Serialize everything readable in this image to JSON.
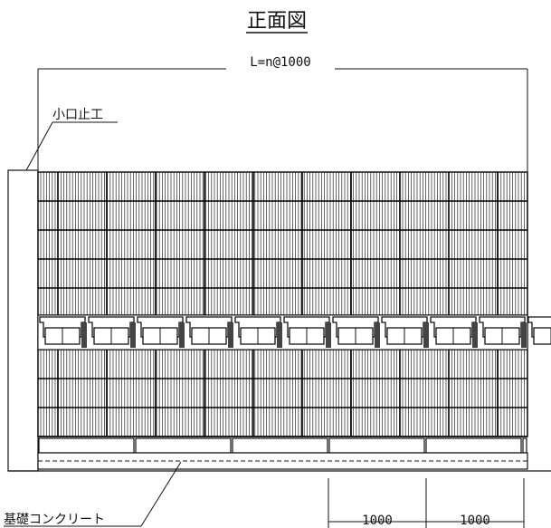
{
  "drawing": {
    "title": "正面図",
    "overall_dimension": "L=n@1000",
    "label_end_wall": "小口止工",
    "label_foundation": "基礎コンクリート",
    "module_dimensions": [
      "1000",
      "1000"
    ],
    "line_color": "#111111"
  }
}
